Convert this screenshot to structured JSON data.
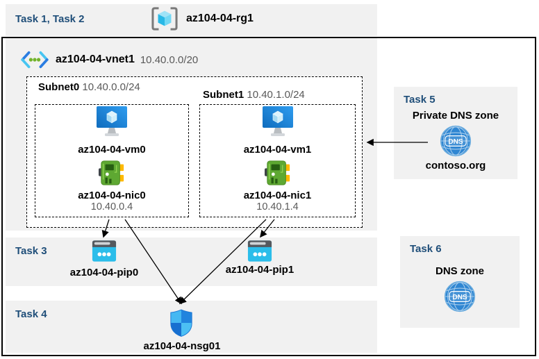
{
  "tasks": {
    "t12": "Task 1, Task 2",
    "t3": "Task 3",
    "t4": "Task 4",
    "t5": "Task 5",
    "t6": "Task 6"
  },
  "resource_group": {
    "name": "az104-04-rg1"
  },
  "vnet": {
    "name": "az104-04-vnet1",
    "cidr": "10.40.0.0/20"
  },
  "subnets": [
    {
      "name": "Subnet0",
      "cidr": "10.40.0.0/24",
      "vm": "az104-04-vm0",
      "nic": "az104-04-nic0",
      "ip": "10.40.0.4"
    },
    {
      "name": "Subnet1",
      "cidr": "10.40.1.0/24",
      "vm": "az104-04-vm1",
      "nic": "az104-04-nic1",
      "ip": "10.40.1.4"
    }
  ],
  "public_ips": [
    "az104-04-pip0",
    "az104-04-pip1"
  ],
  "nsg": {
    "name": "az104-04-nsg01"
  },
  "private_dns": {
    "title": "Private DNS zone",
    "zone": "contoso.org",
    "icon_text": "DNS"
  },
  "public_dns": {
    "title": "DNS zone",
    "icon_text": "DNS"
  },
  "icons": {
    "resource-group-icon": "azure resource group (cube in brackets)",
    "vnet-icon": "azure virtual network (chevrons with dots)",
    "vm-icon": "azure virtual machine (blue monitor with cube)",
    "nic-icon": "network interface card (green board, yellow connectors)",
    "public-ip-icon": "public ip address (cyan browser tile with dots)",
    "nsg-shield-icon": "network security group (blue quartered shield)",
    "dns-zone-icon": "dns zone (blue globe with DNS label)"
  },
  "colors": {
    "band_bg": "#f1f1f1",
    "task_label": "#1f4e79",
    "muted_text": "#595959",
    "border": "#000000",
    "vm_blue": "#1470c0",
    "nic_green": "#5ea832",
    "nic_yellow": "#ffb900",
    "pip_cyan": "#2bbdea",
    "shield_blue": "#2184de",
    "dns_blue": "#2f86d2"
  }
}
